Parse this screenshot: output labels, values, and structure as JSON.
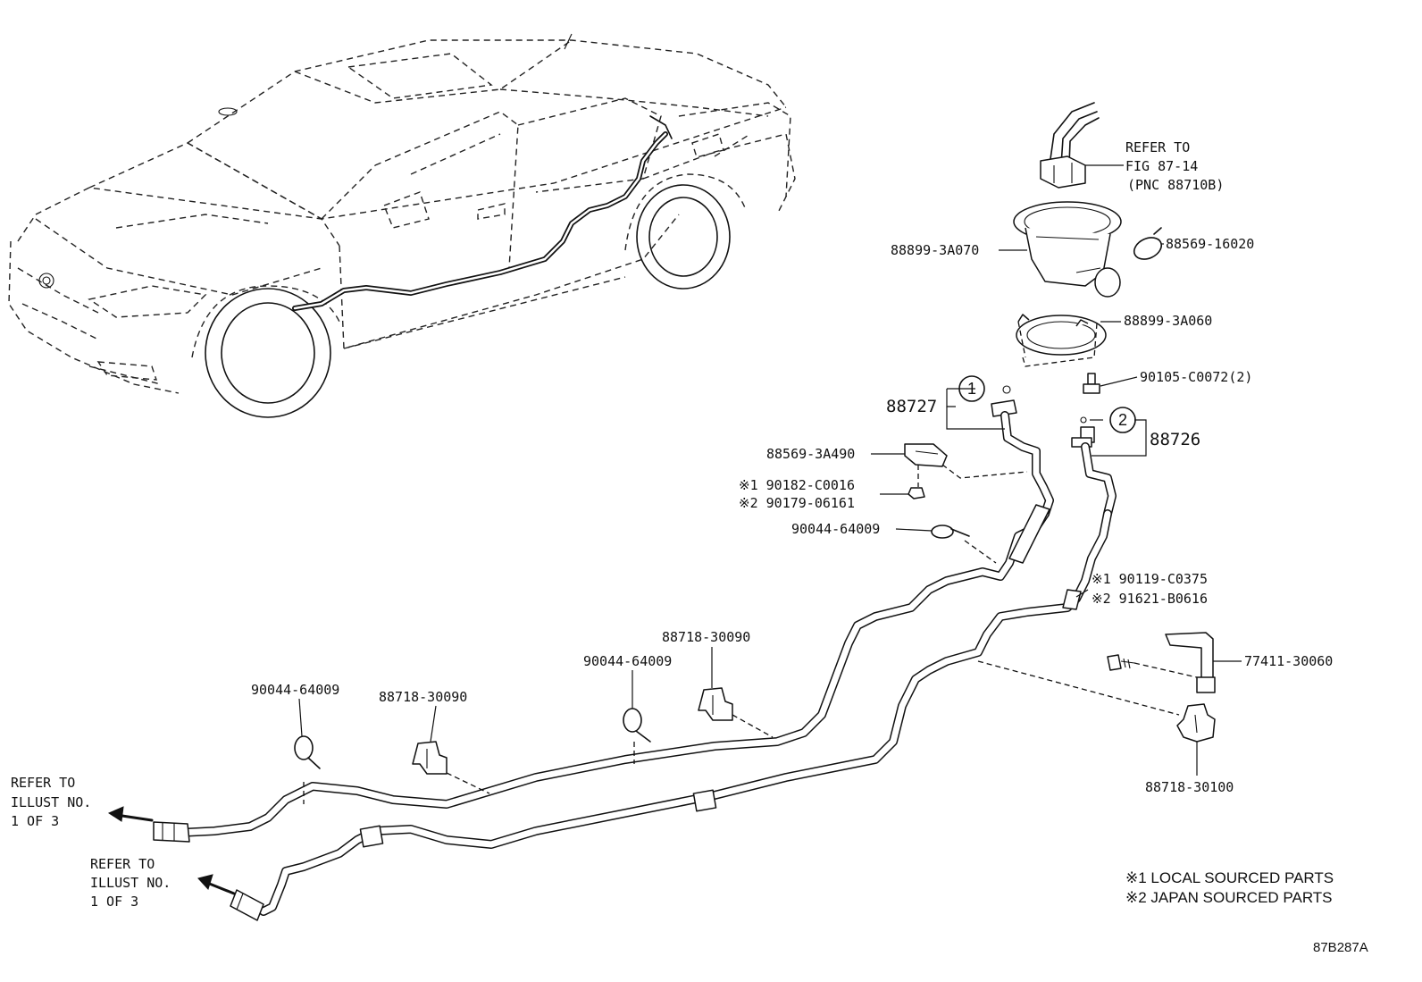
{
  "refer_fig": {
    "line1": "REFER TO",
    "line2": "FIG 87-14",
    "line3": "(PNC 88710B)"
  },
  "labels": {
    "p88899_3A070": "88899-3A070",
    "p88569_16020": "88569-16020",
    "p88899_3A060": "88899-3A060",
    "p90105_C0072": "90105-C0072(2)",
    "p88727": "88727",
    "p88726": "88726",
    "circle1": "1",
    "circle2": "2",
    "p88569_3A490": "88569-3A490",
    "p90182_C0016": "※1 90182-C0016",
    "p90179_06161": "※2 90179-06161",
    "p90044_64009_a": "90044-64009",
    "p90119_C0375": "※1 90119-C0375",
    "p91621_B0616": "※2 91621-B0616",
    "p77411_30060": "77411-30060",
    "p88718_30100": "88718-30100",
    "p88718_30090_a": "88718-30090",
    "p90044_64009_b": "90044-64009",
    "p90044_64009_c": "90044-64009",
    "p88718_30090_b": "88718-30090"
  },
  "refer_illust_1": {
    "line1": "REFER TO",
    "line2": "ILLUST NO.",
    "line3": "1 OF 3"
  },
  "refer_illust_2": {
    "line1": "REFER TO",
    "line2": "ILLUST NO.",
    "line3": "1 OF 3"
  },
  "notes": {
    "note1": "※1 LOCAL SOURCED PARTS",
    "note2": "※2 JAPAN SOURCED PARTS"
  },
  "figure_code": "87B287A"
}
